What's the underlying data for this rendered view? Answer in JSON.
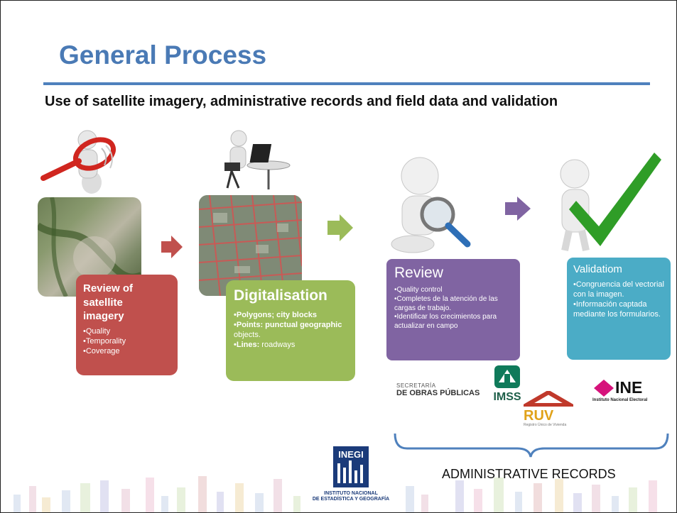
{
  "slide": {
    "title": "General Process",
    "subtitle": "Use of satellite imagery, administrative records and field data and validation"
  },
  "steps": {
    "review_imagery": {
      "heading": "Review of satellite imagery",
      "items": [
        "•Quality",
        "•Temporality",
        "•Coverage"
      ]
    },
    "digitalisation": {
      "heading": "Digitalisation",
      "item1_bold": "•Polygons; city blocks",
      "item2_bold": "•Points: punctual geographic",
      "item2_rest": "objects.",
      "item3_bold": "•Lines:",
      "item3_rest": " roadways"
    },
    "review": {
      "heading": "Review",
      "items": [
        "•Quality control",
        "•Completes de la atención de las cargas de trabajo.",
        "•Identificar los crecimientos para actualizar en campo"
      ]
    },
    "validation": {
      "heading": "Validatiom",
      "items": [
        "•Congruencia del vectorial con la imagen.",
        "•Información captada mediante los formularios."
      ]
    }
  },
  "logos": {
    "sop_line1": "SECRETARÍA",
    "sop_line2": "DE OBRAS PÚBLICAS",
    "imss": "IMSS",
    "ruv": "RUV",
    "ruv_sub": "Registro Único de Vivienda",
    "ine": "INE",
    "ine_sub": "Instituto Nacional Electoral",
    "inegi": "INEGI",
    "inegi_sub1": "INSTITUTO NACIONAL",
    "inegi_sub2": "DE ESTADÍSTICA Y GEOGRAFÍA"
  },
  "admin_records_label": "ADMINISTRATIVE RECORDS",
  "colors": {
    "title": "#4a7ab5",
    "rule": "#4f81bd",
    "red_card": "#c0504d",
    "green_card": "#9bbb59",
    "purple_card": "#8064a2",
    "teal_card": "#4bacc6",
    "brace": "#4f81bd"
  }
}
